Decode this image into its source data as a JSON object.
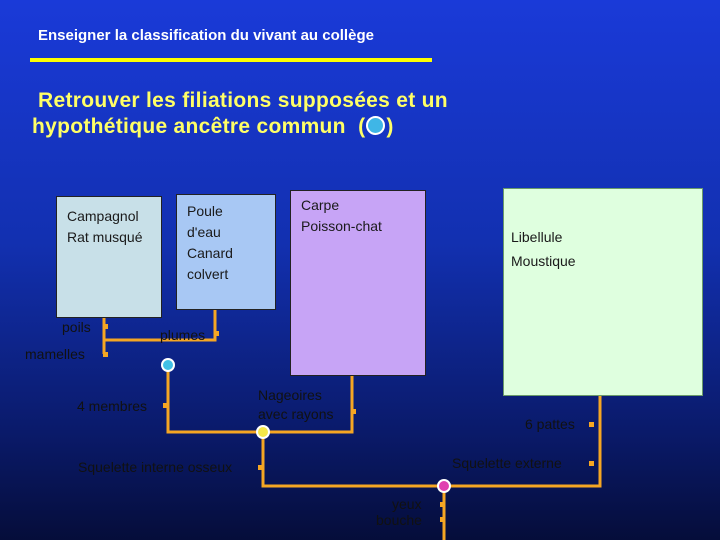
{
  "header": {
    "title": "Enseigner la classification du vivant au collège"
  },
  "subtitle": {
    "line1": "Retrouver les filiations supposées et un",
    "line2_prefix": "hypothétique ancêtre commun",
    "line2_open": "(",
    "line2_close": ")"
  },
  "groups": {
    "mammals": [
      "Campagnol",
      "Rat musqué"
    ],
    "birds": [
      "Poule",
      "d'eau",
      "Canard",
      "colvert"
    ],
    "fish": [
      "Carpe",
      "Poisson-chat"
    ],
    "insects": [
      "Libellule",
      "Moustique"
    ]
  },
  "traits": {
    "poils": "poils",
    "mamelles": "mamelles",
    "plumes": "plumes",
    "quatre_membres": "4 membres",
    "nageoires_1": "Nageoires",
    "nageoires_2": "avec rayons",
    "six_pattes": "6 pattes",
    "squelette_interne": "Squelette interne osseux",
    "squelette_externe": "Squelette externe",
    "yeux": "yeux",
    "bouche": "bouche"
  },
  "colors": {
    "branch": "#f5a623",
    "node_cyan": "#41c0e6",
    "node_yellow": "#f5e84a",
    "node_magenta": "#e040b0",
    "title_yellow": "#ffff66"
  }
}
